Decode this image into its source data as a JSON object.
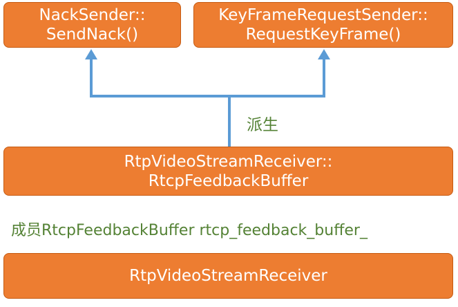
{
  "diagram": {
    "boxes": {
      "nack_sender": {
        "line1": "NackSender::",
        "line2": "SendNack()"
      },
      "keyframe_sender": {
        "line1": "KeyFrameRequestSender::",
        "line2": "RequestKeyFrame()"
      },
      "feedback_buffer": {
        "line1": "RtpVideoStreamReceiver::",
        "line2": "RtcpFeedbackBuffer"
      },
      "receiver": {
        "line1": "RtpVideoStreamReceiver"
      }
    },
    "derive_label": "派生",
    "member_label": "成员RtcpFeedbackBuffer rtcp_feedback_buffer_"
  },
  "colors": {
    "box_fill": "#ED7D31",
    "box_border": "#C55A11",
    "box_text": "#FFFFFF",
    "arrow": "#5B9BD5",
    "label_text": "#548235"
  }
}
